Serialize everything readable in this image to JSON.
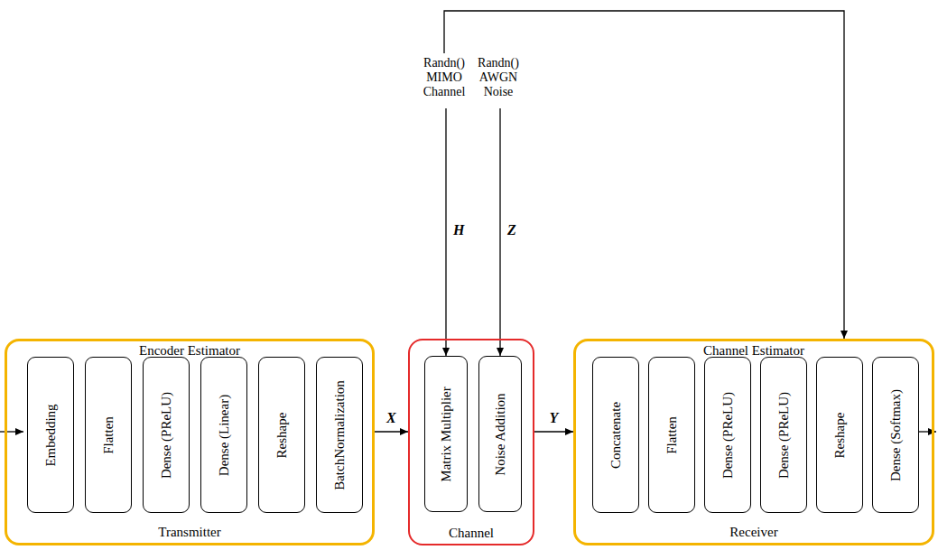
{
  "diagram": {
    "nodes": [
      {
        "text": [
          "Randn() MIMO Channel"
        ]
      },
      {
        "text": [
          "Randn() AWGN Noise"
        ]
      },
      {
        "text": [
          "Encoder Estimator",
          "Transmitter"
        ]
      },
      {
        "text": [
          "Embedding"
        ],
        "in": 2
      },
      {
        "text": [
          "Flatten"
        ],
        "in": 2
      },
      {
        "text": [
          "Dense (PReLU)"
        ],
        "in": 2
      },
      {
        "text": [
          "Dense (Linear)"
        ],
        "in": 2
      },
      {
        "text": [
          "Reshape"
        ],
        "in": 2
      },
      {
        "text": [
          "BatchNormalization"
        ],
        "in": 2
      },
      {
        "text": [
          "Channel"
        ]
      },
      {
        "text": [
          "Matrix Multiplier"
        ],
        "in": 9
      },
      {
        "text": [
          "Noise Addition"
        ],
        "in": 9
      },
      {
        "text": [
          "Channel Estimator",
          "Receiver"
        ]
      },
      {
        "text": [
          "Concatenate"
        ],
        "in": 12
      },
      {
        "text": [
          "Flatten"
        ],
        "in": 12
      },
      {
        "text": [
          "Dense (PReLU)"
        ],
        "in": 12
      },
      {
        "text": [
          "Dense (PReLU)"
        ],
        "in": 12
      },
      {
        "text": [
          "Reshape"
        ],
        "in": 12
      },
      {
        "text": [
          "Dense (Softmax)"
        ],
        "in": 12
      }
    ],
    "edges": [
      {
        "from": 2,
        "to": 9,
        "label": "X",
        "arrow": "to"
      },
      {
        "from": 9,
        "to": 12,
        "label": "Y",
        "arrow": "to"
      },
      {
        "from": 0,
        "to": 10,
        "label": "H",
        "arrow": "to"
      },
      {
        "from": 1,
        "to": 11,
        "label": "Z",
        "arrow": "to"
      },
      {
        "from": 0,
        "to": 12,
        "arrow": "to"
      }
    ]
  }
}
